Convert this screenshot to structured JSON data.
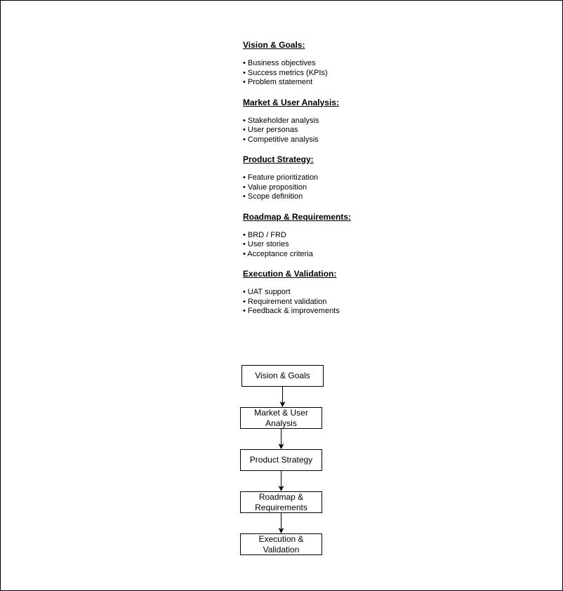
{
  "sections": [
    {
      "title": "Vision & Goals:",
      "items": [
        "• Business objectives",
        "• Success metrics (KPIs)",
        "• Problem statement"
      ]
    },
    {
      "title": "Market & User Analysis:",
      "items": [
        "• Stakeholder analysis",
        "• User personas",
        "• Competitive analysis"
      ]
    },
    {
      "title": "Product Strategy:",
      "items": [
        "• Feature prioritization",
        "• Value proposition",
        "• Scope definition"
      ]
    },
    {
      "title": "Roadmap & Requirements:",
      "items": [
        "• BRD / FRD",
        "• User stories",
        "• Acceptance criteria"
      ]
    },
    {
      "title": "Execution & Validation:",
      "items": [
        "• UAT support",
        "• Requirement validation",
        "• Feedback & improvements"
      ]
    }
  ],
  "flowchart": {
    "nodes": [
      "Vision & Goals",
      "Market & User Analysis",
      "Product Strategy",
      "Roadmap & Requirements",
      "Execution & Validation"
    ],
    "edges": [
      [
        0,
        1
      ],
      [
        1,
        2
      ],
      [
        2,
        3
      ],
      [
        3,
        4
      ]
    ]
  },
  "colors": {
    "stroke": "#000000",
    "background": "#ffffff"
  }
}
